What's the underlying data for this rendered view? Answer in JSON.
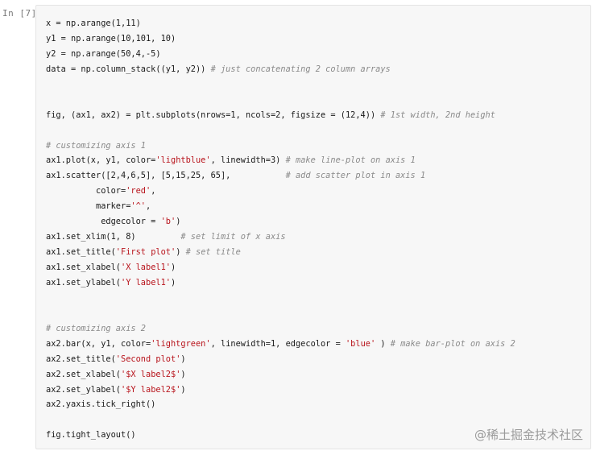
{
  "cell": {
    "prompt": "In [7]:",
    "lines": [
      [
        {
          "t": "x = np.arange(1,11)",
          "c": "p"
        }
      ],
      [
        {
          "t": "y1 = np.arange(10,101, 10)",
          "c": "p"
        }
      ],
      [
        {
          "t": "y2 = np.arange(50,4,-5)",
          "c": "p"
        }
      ],
      [
        {
          "t": "data = np.column_stack((y1, y2)) ",
          "c": "p"
        },
        {
          "t": "# just concatenating 2 column arrays",
          "c": "com"
        }
      ],
      [],
      [],
      [
        {
          "t": "fig, (ax1, ax2) = plt.subplots(nrows=1, ncols=2, figsize = (12,4)) ",
          "c": "p"
        },
        {
          "t": "# 1st width, 2nd height",
          "c": "com"
        }
      ],
      [],
      [
        {
          "t": "# customizing axis 1",
          "c": "com"
        }
      ],
      [
        {
          "t": "ax1.plot(x, y1, color=",
          "c": "p"
        },
        {
          "t": "'lightblue'",
          "c": "str"
        },
        {
          "t": ", linewidth=3) ",
          "c": "p"
        },
        {
          "t": "# make line-plot on axis 1",
          "c": "com"
        }
      ],
      [
        {
          "t": "ax1.scatter([2,4,6,5], [5,15,25, 65],           ",
          "c": "p"
        },
        {
          "t": "# add scatter plot in axis 1",
          "c": "com"
        }
      ],
      [
        {
          "t": "          color=",
          "c": "p"
        },
        {
          "t": "'red'",
          "c": "str"
        },
        {
          "t": ",",
          "c": "p"
        }
      ],
      [
        {
          "t": "          marker=",
          "c": "p"
        },
        {
          "t": "'^'",
          "c": "str"
        },
        {
          "t": ",",
          "c": "p"
        }
      ],
      [
        {
          "t": "           edgecolor = ",
          "c": "p"
        },
        {
          "t": "'b'",
          "c": "str"
        },
        {
          "t": ")",
          "c": "p"
        }
      ],
      [
        {
          "t": "ax1.set_xlim(1, 8)         ",
          "c": "p"
        },
        {
          "t": "# set limit of x axis",
          "c": "com"
        }
      ],
      [
        {
          "t": "ax1.set_title(",
          "c": "p"
        },
        {
          "t": "'First plot'",
          "c": "str"
        },
        {
          "t": ") ",
          "c": "p"
        },
        {
          "t": "# set title",
          "c": "com"
        }
      ],
      [
        {
          "t": "ax1.set_xlabel(",
          "c": "p"
        },
        {
          "t": "'X label1'",
          "c": "str"
        },
        {
          "t": ")",
          "c": "p"
        }
      ],
      [
        {
          "t": "ax1.set_ylabel(",
          "c": "p"
        },
        {
          "t": "'Y label1'",
          "c": "str"
        },
        {
          "t": ")",
          "c": "p"
        }
      ],
      [],
      [],
      [
        {
          "t": "# customizing axis 2",
          "c": "com"
        }
      ],
      [
        {
          "t": "ax2.bar(x, y1, color=",
          "c": "p"
        },
        {
          "t": "'lightgreen'",
          "c": "str"
        },
        {
          "t": ", linewidth=1, edgecolor = ",
          "c": "p"
        },
        {
          "t": "'blue'",
          "c": "str"
        },
        {
          "t": " ) ",
          "c": "p"
        },
        {
          "t": "# make bar-plot on axis 2",
          "c": "com"
        }
      ],
      [
        {
          "t": "ax2.set_title(",
          "c": "p"
        },
        {
          "t": "'Second plot'",
          "c": "str"
        },
        {
          "t": ")",
          "c": "p"
        }
      ],
      [
        {
          "t": "ax2.set_xlabel(",
          "c": "p"
        },
        {
          "t": "'$X label2$'",
          "c": "str"
        },
        {
          "t": ")",
          "c": "p"
        }
      ],
      [
        {
          "t": "ax2.set_ylabel(",
          "c": "p"
        },
        {
          "t": "'$Y label2$'",
          "c": "str"
        },
        {
          "t": ")",
          "c": "p"
        }
      ],
      [
        {
          "t": "ax2.yaxis.tick_right()",
          "c": "p"
        }
      ],
      [],
      [
        {
          "t": "fig.tight_layout()",
          "c": "p"
        }
      ]
    ]
  },
  "watermark": "@稀土掘金技术社区",
  "colors": {
    "string": "#b8141c",
    "comment": "#8a8a8a",
    "text": "#1a1a1a",
    "cell_bg": "#f7f7f7"
  }
}
